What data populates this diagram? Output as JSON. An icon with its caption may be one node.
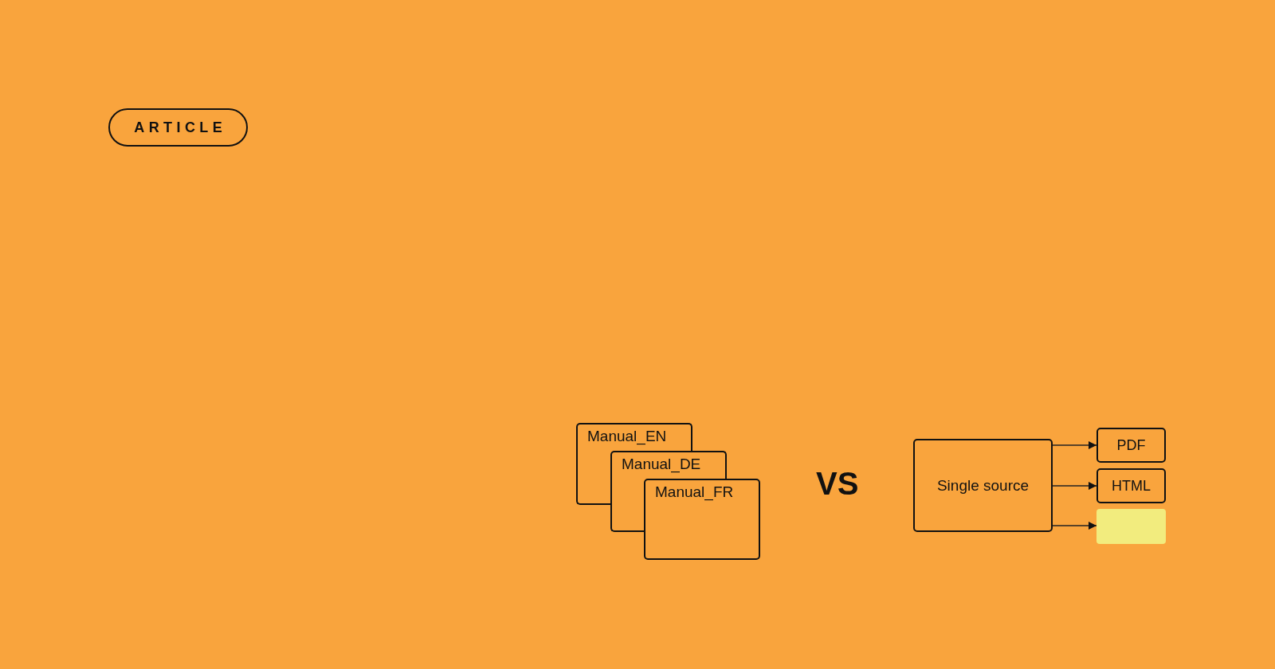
{
  "diagram": {
    "nodes": [
      {
        "text": [
          "ARTICLE"
        ]
      },
      {
        "text": [
          "Manual_EN"
        ]
      },
      {
        "text": [
          "Manual_DE"
        ]
      },
      {
        "text": [
          "Manual_FR"
        ]
      },
      {
        "text": [
          "Single source"
        ]
      },
      {
        "text": [
          "PDF"
        ]
      },
      {
        "text": [
          "HTML"
        ]
      },
      {
        "text": [],
        "shape": "box"
      }
    ],
    "edges": [
      {
        "from": 4,
        "to": 5,
        "arrow": "to"
      },
      {
        "from": 4,
        "to": 6,
        "arrow": "to"
      },
      {
        "from": 4,
        "to": 7,
        "arrow": "to"
      }
    ],
    "labels": [
      "VS"
    ]
  }
}
